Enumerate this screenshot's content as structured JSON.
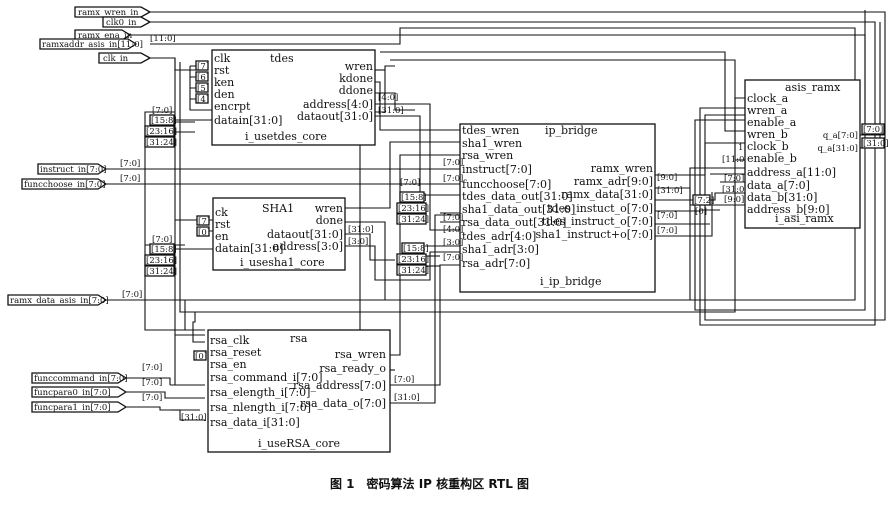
{
  "inputs": [
    {
      "label": "ramx_wren_in"
    },
    {
      "label": "clk0_in"
    },
    {
      "label": "ramx_ena_in"
    },
    {
      "label": "ramxaddr_asis_in[11:0]",
      "bus": "[11:0]"
    },
    {
      "label": "clk_in"
    },
    {
      "label": "instruct_in[7:0]",
      "bus": "[7:0]"
    },
    {
      "label": "funcchoose_in[7:0]",
      "bus": "[7:0]"
    },
    {
      "label": "ramx_data_asis_in[7:0]",
      "bus": "[7:0]"
    },
    {
      "label": "funccommand_in[7:0]",
      "bus": "[7:0]"
    },
    {
      "label": "funcpara0_in[7:0]",
      "bus": "[7:0]"
    },
    {
      "label": "funcpara1_in[7:0]",
      "bus": "[7:0]"
    }
  ],
  "blocks": {
    "tdes": {
      "title": "tdes",
      "instance": "i_usetdes_core",
      "left_ports": [
        "clk",
        "rst",
        "ken",
        "den",
        "encrpt",
        "datain[31:0]"
      ],
      "right_ports": [
        "wren",
        "kdone",
        "ddone",
        "address[4:0]",
        "dataout[31:0]"
      ],
      "consts": [
        "[7]",
        "[6]",
        "[5]",
        "[4]"
      ]
    },
    "sha1": {
      "title": "SHA1",
      "instance": "i_usesha1_core",
      "left_ports": [
        "ck",
        "rst",
        "en",
        "datain[31:0]"
      ],
      "right_ports": [
        "wren",
        "done",
        "dataout[31:0]",
        "address[3:0]"
      ],
      "consts": [
        "[7]",
        "[0]"
      ]
    },
    "rsa": {
      "title": "rsa",
      "instance": "i_useRSA_core",
      "left_ports": [
        "rsa_clk",
        "rsa_reset",
        "rsa_en",
        "rsa_command_i[7:0]",
        "rsa_elength_i[7:0]",
        "rsa_nlength_i[7:0]",
        "rsa_data_i[31:0]"
      ],
      "right_ports": [
        "rsa_wren",
        "rsa_ready_o",
        "rsa_address[7:0]",
        "rsa_data_o[7:0]"
      ],
      "consts": [
        "[0]"
      ]
    },
    "ip_bridge": {
      "title": "ip_bridge",
      "instance": "i_ip_bridge",
      "left_ports": [
        "tdes_wren",
        "sha1_wren",
        "rsa_wren",
        "instruct[7:0]",
        "funcchoose[7:0]",
        "tdes_data_out[31:0]",
        "sha1_data_out[31:0]",
        "rsa_data_out[31:0]",
        "tdes_adr[4:0]",
        "sha1_adr[3:0]",
        "rsa_adr[7:0]"
      ],
      "right_ports": [
        "ramx_wren",
        "ramx_adr[9:0]",
        "ramx_data[31:0]",
        "tdes_instuct_o[7:0]",
        "tdes_instruct_o[7:0]",
        "sha1_instruct+o[7:0]"
      ]
    },
    "asis_ramx": {
      "title": "asis_ramx",
      "instance": "i_asi_ramx",
      "left_ports": [
        "clock_a",
        "wren_a",
        "enable_a",
        "wren_b",
        "clock_b",
        "enable_b",
        "address_a[11:0]",
        "data_a[7:0]",
        "data_b[31:0]",
        "address_b[9:0]"
      ],
      "right_ports": [
        "q_a[7:0]",
        "q_a[31:0]"
      ]
    }
  },
  "bus_labels": {
    "split_a": [
      "[7:0]",
      "[15:8]",
      "[23:16]",
      "[31:24]"
    ],
    "split_b": [
      "[7:0]",
      "[15:8]",
      "[23:16]",
      "[31:24]"
    ],
    "split_c": [
      "[7:0]",
      "[15:8]",
      "[23:16]",
      "[31:24]"
    ],
    "split_d": [
      "[15:8]",
      "[23:16]",
      "[31:24]"
    ],
    "tdes_addr": "[4:0]",
    "tdes_data": "[31:0]",
    "sha1_data": "[31:0]",
    "sha1_addr": "[3:0]",
    "rsa_addr": "[7:0]",
    "rsa_data": "[31:0]",
    "ipb_instr": "[7:0]",
    "ipb_func": "[7:0]",
    "ipb_sha1": "[7:0]",
    "ipb_tdesadr": "[4:0]",
    "ipb_sha1adr": "[3:0]",
    "ipb_rsaadr": "[7:0]",
    "ram_adr": "[9:0]",
    "ram_data": "[31:0]",
    "ram_tdes": "[7:0]",
    "ram_sha1": "[7:0]",
    "ram_addr_a": "[11:0]",
    "ram_data_a": "[7:0]",
    "ram_data_b": "[31:0]",
    "ram_addr_b": "[9:0]",
    "ram_72": "[7:2]",
    "ram_0": "[0]",
    "ram_1": "1",
    "ram_qa8": "[7:0]",
    "ram_qa32": "[31:0]",
    "rsa_cmd": "[7:0]",
    "rsa_el": "[7:0]",
    "rsa_nl": "[7:0]",
    "rsa_di": "[31:0]",
    "rsa_addr_o": "[7:0]",
    "rsa_data_o": "[31:0]"
  },
  "caption": "图 1　密码算法 IP 核重构区 RTL 图"
}
